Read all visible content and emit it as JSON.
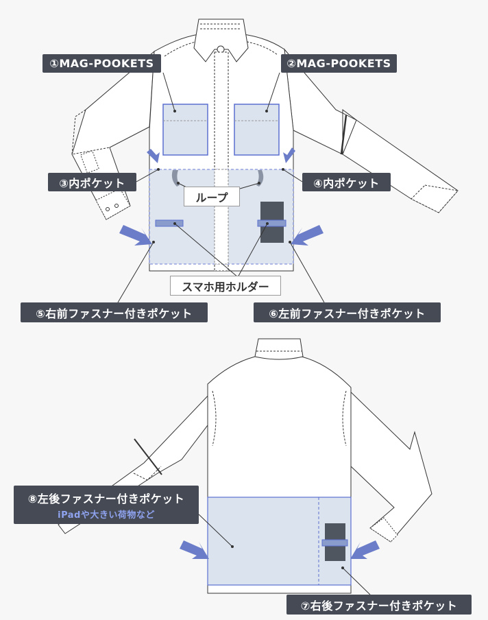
{
  "colors": {
    "label_bg": "#454a55",
    "pocket_fill": "#dbe3ee",
    "pocket_stroke": "#5b6fd0",
    "arrow": "#6b7cc8",
    "phone": "#50565f",
    "subtitle": "#8fa3ef"
  },
  "front": {
    "labels": {
      "pocket1": "①MAG-POOKETS",
      "pocket2": "②MAG-POOKETS",
      "pocket3": "③内ポケット",
      "pocket4": "④内ポケット",
      "pocket5": "⑤右前ファスナー付きポケット",
      "pocket6": "⑥左前ファスナー付きポケット",
      "loop": "ループ",
      "holder": "スマホ用ホルダー"
    }
  },
  "back": {
    "labels": {
      "pocket8": "⑧左後ファスナー付きポケット",
      "pocket8_note": "iPadや大きい荷物など",
      "pocket7": "⑦右後ファスナー付きポケット"
    }
  }
}
